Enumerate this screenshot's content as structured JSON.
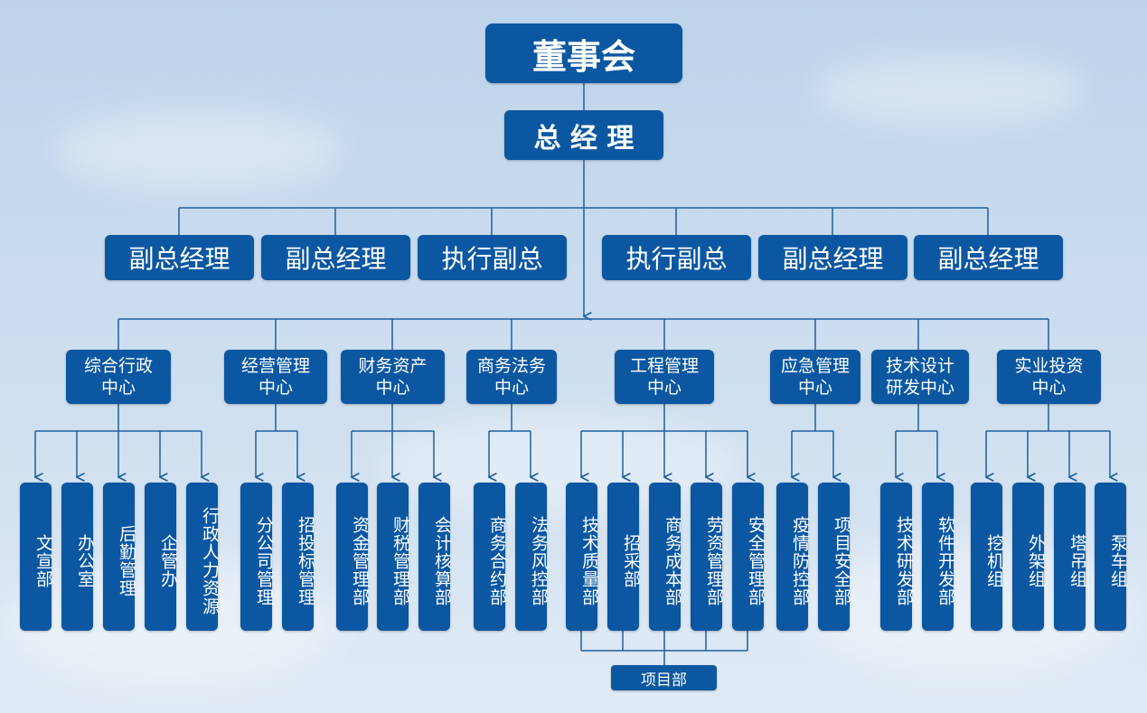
{
  "board": "董事会",
  "gm": "总 经 理",
  "vps": [
    "副总经理",
    "副总经理",
    "执行副总",
    "执行副总",
    "副总经理",
    "副总经理"
  ],
  "centers": [
    {
      "line1": "综合行政",
      "line2": "中心"
    },
    {
      "line1": "经营管理",
      "line2": "中心"
    },
    {
      "line1": "财务资产",
      "line2": "中心"
    },
    {
      "line1": "商务法务",
      "line2": "中心"
    },
    {
      "line1": "工程管理",
      "line2": "中心"
    },
    {
      "line1": "应急管理",
      "line2": "中心"
    },
    {
      "line1": "技术设计",
      "line2": "研发中心"
    },
    {
      "line1": "实业投资",
      "line2": "中心"
    }
  ],
  "departments": [
    "文宣部",
    "办公室",
    "后勤管理",
    "企管办",
    "行政人力资源",
    "分公司管理",
    "招投标管理",
    "资金管理部",
    "财税管理部",
    "会计核算部",
    "商务合约部",
    "法务风控部",
    "技术质量部",
    "招采部",
    "商务成本部",
    "劳资管理部",
    "安全管理部",
    "疫情防控部",
    "项目安全部",
    "技术研发部",
    "软件开发部",
    "挖机组",
    "外架组",
    "塔吊组",
    "泵车组"
  ],
  "project_dept": "项目部",
  "colors": {
    "box": "#0b57a2",
    "line": "#1f5f9f"
  }
}
